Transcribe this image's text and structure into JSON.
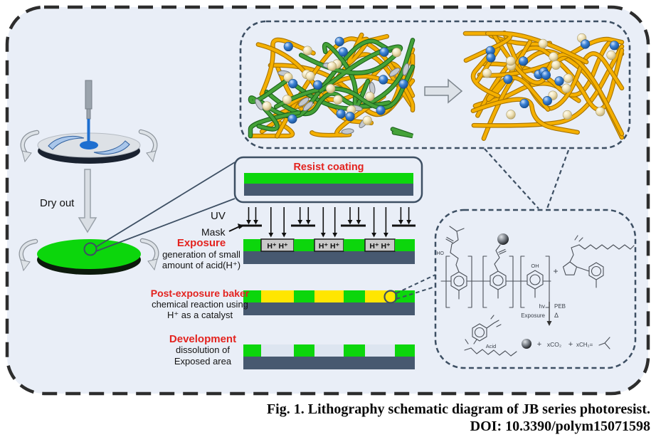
{
  "figure": {
    "caption_line1": "Fig. 1. Lithography schematic diagram of JB series photoresist.",
    "caption_line2": "DOI: 10.3390/polym15071598"
  },
  "spin_coating": {
    "dry_out_label": "Dry out"
  },
  "resist_box": {
    "title": "Resist coating"
  },
  "exposure_step": {
    "uv_label": "UV",
    "mask_label": "Mask",
    "title": "Exposure",
    "desc_line1": "generation of small",
    "desc_line2": "amount of acid(H⁺)",
    "acid_pair_label": "H⁺ H⁺"
  },
  "peb_step": {
    "title": "Post-exposure baker",
    "desc_line1": "chemical reaction using",
    "desc_line2": "H⁺ as a catalyst"
  },
  "development_step": {
    "title": "Development",
    "desc_line1": "dissolution of",
    "desc_line2": "Exposed area"
  },
  "chemistry": {
    "ho_label": "HO",
    "oh_label": "OH",
    "plus": "+",
    "hv_label": "hv",
    "exposure_label": "Exposure",
    "peb_label": "PEB",
    "delta_label": "Δ",
    "acid_label": "Acid",
    "co2_label": "xCO₂",
    "alkene_label": "xCH₂="
  },
  "process_bars": {
    "segment_widths": [
      25,
      46,
      29,
      41,
      30,
      42,
      28
    ],
    "exposure_pattern": [
      "green",
      "acid",
      "green",
      "acid",
      "green",
      "acid",
      "green"
    ],
    "peb_pattern": [
      "green",
      "cross",
      "green",
      "cross",
      "green",
      "cross",
      "green"
    ],
    "development_pattern": [
      "green",
      "empty",
      "green",
      "empty",
      "green",
      "empty",
      "green"
    ]
  },
  "networks": {
    "before": {
      "yellow_strands": 11,
      "green_strands": 9,
      "crosslinkers": 11,
      "cream_spheres": 14,
      "blue_spheres": 12
    },
    "after": {
      "yellow_strands": 13,
      "green_strands": 0,
      "crosslinkers": 0,
      "cream_spheres": 14,
      "blue_spheres": 12
    }
  },
  "colors": {
    "panel_bg": "#e9eef7",
    "outer_border": "#2d2d2d",
    "box_line": "#3d4f63",
    "green": "#0cd60c",
    "yellow": "#ffe600",
    "acid_gray": "#c9c9c9",
    "substrate": "#475970",
    "dissolved": "#dde5f0",
    "red_label": "#e3231f",
    "strand_yellow": "#f5b000",
    "strand_green": "#44a238",
    "sphere_blue": "#2f7ad1",
    "sphere_cream": "#efe2b8"
  }
}
